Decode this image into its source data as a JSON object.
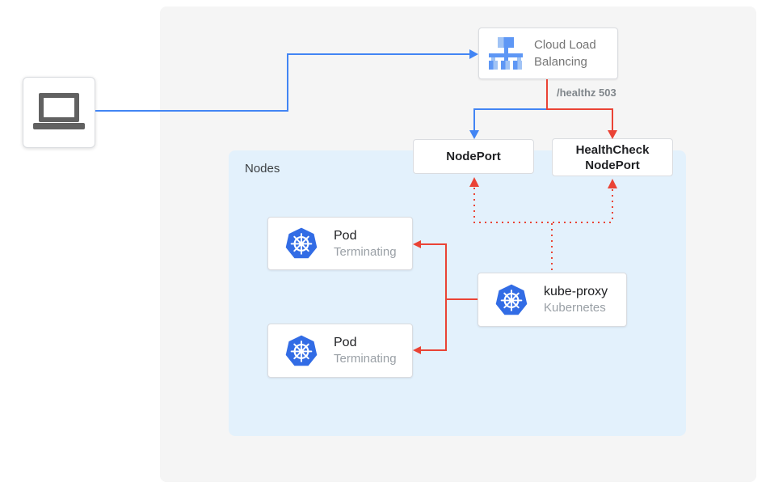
{
  "colors": {
    "blue": "#4285f4",
    "red": "#ea4335",
    "outer_panel_bg": "#f5f5f5",
    "nodes_panel_bg": "#e3f1fc",
    "box_border": "#dadce0",
    "text_dark": "#202124",
    "text_gray": "#757575",
    "text_light": "#9aa0a6",
    "k8s_blue": "#326ce5",
    "icon_blue_medium": "#5e97f5",
    "icon_blue_light": "#a0c3f5",
    "laptop_gray": "#616161"
  },
  "client": {
    "icon": "laptop-icon"
  },
  "load_balancer": {
    "icon": "cloud-load-balancing-icon",
    "line1": "Cloud Load",
    "line2": "Balancing"
  },
  "labels": {
    "nodes": "Nodes",
    "healthz": "/healthz 503"
  },
  "nodeport": {
    "label": "NodePort"
  },
  "healthcheck_nodeport": {
    "line1": "HealthCheck",
    "line2": "NodePort"
  },
  "pods": [
    {
      "icon": "kubernetes-icon",
      "title": "Pod",
      "subtitle": "Terminating"
    },
    {
      "icon": "kubernetes-icon",
      "title": "Pod",
      "subtitle": "Terminating"
    }
  ],
  "kube_proxy": {
    "icon": "kubernetes-icon",
    "title": "kube-proxy",
    "subtitle": "Kubernetes"
  }
}
